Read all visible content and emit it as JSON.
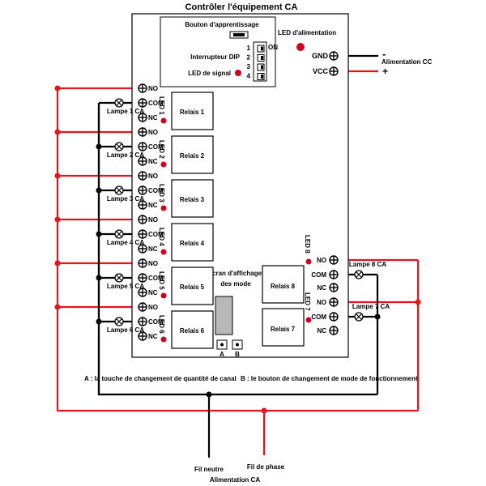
{
  "title": "Contrôler  l'équipement CA",
  "learn_button": "Bouton d'apprentissage",
  "power_led": "LED d'alimentation",
  "dip_label": "Interrupteur DIP",
  "dip_on": "ON",
  "dip_numbers": [
    "1",
    "2",
    "3",
    "4"
  ],
  "signal_led": "LED de signal",
  "gnd": "GND",
  "vcc": "VCC",
  "dc_label": "Alimentation CC",
  "dc_minus": "-",
  "dc_plus": "+",
  "display_label": "Écran d'affichage des mode",
  "btn_a": "A",
  "btn_b": "B",
  "terminal_labels": {
    "no": "NO",
    "com": "COM",
    "nc": "NC"
  },
  "relays_left": [
    {
      "relay": "Relais 1",
      "led": "LED 1",
      "lamp": "Lampe 1 CA"
    },
    {
      "relay": "Relais 2",
      "led": "LED 2",
      "lamp": "Lampe 2 CA"
    },
    {
      "relay": "Relais 3",
      "led": "LED 3",
      "lamp": "Lampe 3 CA"
    },
    {
      "relay": "Relais 4",
      "led": "LED 4",
      "lamp": "Lampe 4 CA"
    },
    {
      "relay": "Relais 5",
      "led": "LED 5",
      "lamp": "Lampe 5 CA"
    },
    {
      "relay": "Relais 6",
      "led": "LED 6",
      "lamp": "Lampe 6 CA"
    }
  ],
  "relays_right": [
    {
      "relay": "Relais 8",
      "led": "LED 8",
      "lamp": "Lampe 8 CA"
    },
    {
      "relay": "Relais 7",
      "led": "LED 7",
      "lamp": "Lampe 7 CA"
    }
  ],
  "note_a": "A : la touche de changement de quantité de canal",
  "note_b": "B : le bouton de changement de mode de fonctionnement",
  "neutral_label": "Fil neutre",
  "phase_label": "Fil de phase",
  "ac_label": "Alimentation CA",
  "colors": {
    "phase": "#e8141c",
    "neutral": "#000000",
    "led": "#d0021b"
  }
}
